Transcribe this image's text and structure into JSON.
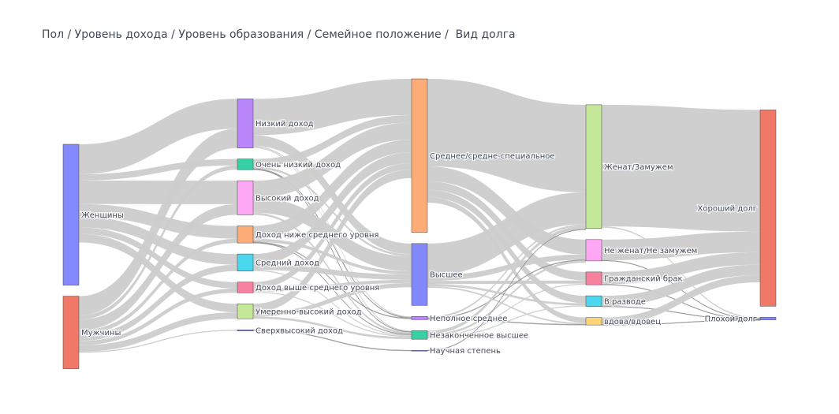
{
  "chart_data": {
    "type": "sankey",
    "title": "Пол / Уровень дохода / Уровень образования / Семейное положение /  Вид долга",
    "link_color": "#cccccc",
    "columns": [
      [
        {
          "id": "f",
          "label": "Женщины",
          "value": 66,
          "color": "#8388fa"
        },
        {
          "id": "m",
          "label": "Мужчины",
          "value": 34,
          "color": "#ef7966"
        }
      ],
      [
        {
          "id": "inc_low",
          "label": "Низкий доход",
          "value": 23,
          "color": "#b987fa"
        },
        {
          "id": "inc_vlow",
          "label": "Очень низкий доход",
          "value": 5,
          "color": "#38d0a5"
        },
        {
          "id": "inc_high",
          "label": "Высокий доход",
          "value": 16,
          "color": "#fda7f5"
        },
        {
          "id": "inc_below",
          "label": "Доход ниже среднего уровня",
          "value": 8,
          "color": "#fdac77"
        },
        {
          "id": "inc_mid",
          "label": "Средний доход",
          "value": 8,
          "color": "#4bd8ee"
        },
        {
          "id": "inc_above",
          "label": "Доход выше среднего уровня",
          "value": 5,
          "color": "#f7829f"
        },
        {
          "id": "inc_mhigh",
          "label": "Умеренно-высокий доход",
          "value": 7,
          "color": "#c4e898"
        },
        {
          "id": "inc_vhigh",
          "label": "Сверхвысокий доход",
          "value": 0.5,
          "color": "#8388fa"
        }
      ],
      [
        {
          "id": "edu_sec",
          "label": "Среднее/средне-специальное",
          "value": 72,
          "color": "#fdac77"
        },
        {
          "id": "edu_high",
          "label": "Высшее",
          "value": 29,
          "color": "#8388fa"
        },
        {
          "id": "edu_incs",
          "label": "Неполное среднее",
          "value": 1.5,
          "color": "#b987fa"
        },
        {
          "id": "edu_inch",
          "label": "Незаконченное высшее",
          "value": 4,
          "color": "#38d0a5"
        },
        {
          "id": "edu_sci",
          "label": "Научная степень",
          "value": 0.3,
          "color": "#8388fa"
        }
      ],
      [
        {
          "id": "ms_married",
          "label": "Женат/Замужем",
          "value": 58,
          "color": "#c4e898"
        },
        {
          "id": "ms_single",
          "label": "Не женат/Не замужем",
          "value": 10,
          "color": "#fda7f5"
        },
        {
          "id": "ms_civil",
          "label": "Гражданский брак",
          "value": 6,
          "color": "#f7829f"
        },
        {
          "id": "ms_div",
          "label": "В разводе",
          "value": 5,
          "color": "#4bd8ee"
        },
        {
          "id": "ms_wid",
          "label": "вдова/вдовец",
          "value": 3.5,
          "color": "#fed479"
        }
      ],
      [
        {
          "id": "debt_good",
          "label": "Хороший долг",
          "value": 92,
          "color": "#ef7966"
        },
        {
          "id": "debt_bad",
          "label": "Плохой долг",
          "value": 1.2,
          "color": "#8388fa"
        }
      ]
    ],
    "links": [
      {
        "source": "f",
        "target": "inc_low",
        "value": 14
      },
      {
        "source": "f",
        "target": "inc_vlow",
        "value": 3
      },
      {
        "source": "f",
        "target": "inc_high",
        "value": 11
      },
      {
        "source": "f",
        "target": "inc_below",
        "value": 6
      },
      {
        "source": "f",
        "target": "inc_mid",
        "value": 5
      },
      {
        "source": "f",
        "target": "inc_above",
        "value": 3
      },
      {
        "source": "f",
        "target": "inc_mhigh",
        "value": 4
      },
      {
        "source": "m",
        "target": "inc_low",
        "value": 9
      },
      {
        "source": "m",
        "target": "inc_vlow",
        "value": 2
      },
      {
        "source": "m",
        "target": "inc_high",
        "value": 5
      },
      {
        "source": "m",
        "target": "inc_below",
        "value": 2
      },
      {
        "source": "m",
        "target": "inc_mid",
        "value": 3
      },
      {
        "source": "m",
        "target": "inc_above",
        "value": 2
      },
      {
        "source": "m",
        "target": "inc_mhigh",
        "value": 3
      },
      {
        "source": "m",
        "target": "inc_vhigh",
        "value": 0.5
      },
      {
        "source": "inc_low",
        "target": "edu_sec",
        "value": 17
      },
      {
        "source": "inc_low",
        "target": "edu_high",
        "value": 5
      },
      {
        "source": "inc_low",
        "target": "edu_incs",
        "value": 0.5
      },
      {
        "source": "inc_low",
        "target": "edu_inch",
        "value": 0.5
      },
      {
        "source": "inc_vlow",
        "target": "edu_sec",
        "value": 3.5
      },
      {
        "source": "inc_vlow",
        "target": "edu_high",
        "value": 1
      },
      {
        "source": "inc_vlow",
        "target": "edu_incs",
        "value": 0.3
      },
      {
        "source": "inc_vlow",
        "target": "edu_inch",
        "value": 0.2
      },
      {
        "source": "inc_high",
        "target": "edu_sec",
        "value": 8
      },
      {
        "source": "inc_high",
        "target": "edu_high",
        "value": 7
      },
      {
        "source": "inc_high",
        "target": "edu_inch",
        "value": 1
      },
      {
        "source": "inc_below",
        "target": "edu_sec",
        "value": 6
      },
      {
        "source": "inc_below",
        "target": "edu_high",
        "value": 1.5
      },
      {
        "source": "inc_below",
        "target": "edu_incs",
        "value": 0.3
      },
      {
        "source": "inc_below",
        "target": "edu_inch",
        "value": 0.2
      },
      {
        "source": "inc_mid",
        "target": "edu_sec",
        "value": 5
      },
      {
        "source": "inc_mid",
        "target": "edu_high",
        "value": 2.5
      },
      {
        "source": "inc_mid",
        "target": "edu_inch",
        "value": 0.5
      },
      {
        "source": "inc_above",
        "target": "edu_sec",
        "value": 3
      },
      {
        "source": "inc_above",
        "target": "edu_high",
        "value": 1.5
      },
      {
        "source": "inc_above",
        "target": "edu_inch",
        "value": 0.5
      },
      {
        "source": "inc_mhigh",
        "target": "edu_sec",
        "value": 4
      },
      {
        "source": "inc_mhigh",
        "target": "edu_high",
        "value": 2
      },
      {
        "source": "inc_mhigh",
        "target": "edu_inch",
        "value": 1
      },
      {
        "source": "inc_vhigh",
        "target": "edu_sci",
        "value": 0.3
      },
      {
        "source": "edu_sec",
        "target": "ms_married",
        "value": 41
      },
      {
        "source": "edu_sec",
        "target": "ms_single",
        "value": 7
      },
      {
        "source": "edu_sec",
        "target": "ms_civil",
        "value": 4
      },
      {
        "source": "edu_sec",
        "target": "ms_div",
        "value": 3.5
      },
      {
        "source": "edu_sec",
        "target": "ms_wid",
        "value": 2.5
      },
      {
        "source": "edu_high",
        "target": "ms_married",
        "value": 15
      },
      {
        "source": "edu_high",
        "target": "ms_single",
        "value": 2.5
      },
      {
        "source": "edu_high",
        "target": "ms_civil",
        "value": 1.5
      },
      {
        "source": "edu_high",
        "target": "ms_div",
        "value": 1
      },
      {
        "source": "edu_high",
        "target": "ms_wid",
        "value": 0.7
      },
      {
        "source": "edu_incs",
        "target": "ms_married",
        "value": 0.8
      },
      {
        "source": "edu_incs",
        "target": "ms_single",
        "value": 0.3
      },
      {
        "source": "edu_incs",
        "target": "ms_wid",
        "value": 0.3
      },
      {
        "source": "edu_inch",
        "target": "ms_married",
        "value": 1.5
      },
      {
        "source": "edu_inch",
        "target": "ms_single",
        "value": 1
      },
      {
        "source": "edu_inch",
        "target": "ms_civil",
        "value": 0.5
      },
      {
        "source": "edu_inch",
        "target": "ms_div",
        "value": 0.5
      },
      {
        "source": "edu_sci",
        "target": "ms_married",
        "value": 0.2
      },
      {
        "source": "ms_married",
        "target": "debt_good",
        "value": 57
      },
      {
        "source": "ms_married",
        "target": "debt_bad",
        "value": 0.6
      },
      {
        "source": "ms_single",
        "target": "debt_good",
        "value": 9.7
      },
      {
        "source": "ms_single",
        "target": "debt_bad",
        "value": 0.2
      },
      {
        "source": "ms_civil",
        "target": "debt_good",
        "value": 5.8
      },
      {
        "source": "ms_civil",
        "target": "debt_bad",
        "value": 0.2
      },
      {
        "source": "ms_div",
        "target": "debt_good",
        "value": 4.9
      },
      {
        "source": "ms_div",
        "target": "debt_bad",
        "value": 0.1
      },
      {
        "source": "ms_wid",
        "target": "debt_good",
        "value": 3.4
      },
      {
        "source": "ms_wid",
        "target": "debt_bad",
        "value": 0.1
      }
    ]
  }
}
